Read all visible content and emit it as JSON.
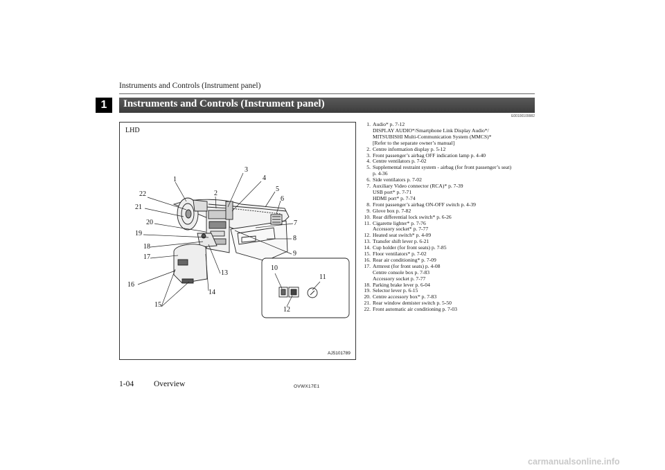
{
  "header": {
    "running_title": "Instruments and Controls (Instrument panel)",
    "chapter_number": "1",
    "section_title": "Instruments and Controls (Instrument panel)",
    "ref_code": "E00100109982"
  },
  "figure": {
    "drive_label": "LHD",
    "image_code": "AJ5101789",
    "callouts": [
      "1",
      "2",
      "3",
      "4",
      "5",
      "6",
      "7",
      "8",
      "9",
      "10",
      "11",
      "12",
      "13",
      "14",
      "15",
      "16",
      "17",
      "18",
      "19",
      "20",
      "21",
      "22"
    ]
  },
  "items": [
    {
      "num": "1.",
      "lines": [
        "Audio* p. 7-12",
        "DISPLAY AUDIO*/Smartphone Link Display Audio*/",
        "MITSUBISHI Multi-Communication System (MMCS)*",
        "[Refer to the separate owner’s manual]"
      ]
    },
    {
      "num": "2.",
      "lines": [
        "Centre information display p. 5-12"
      ]
    },
    {
      "num": "3.",
      "lines": [
        "Front passenger’s airbag OFF indication lamp p. 4-40"
      ]
    },
    {
      "num": "4.",
      "lines": [
        "Centre ventilators p. 7-02"
      ]
    },
    {
      "num": "5.",
      "lines": [
        "Supplemental restraint system - airbag (for front passenger’s seat)",
        "p. 4-36"
      ]
    },
    {
      "num": "6.",
      "lines": [
        "Side ventilators p. 7-02"
      ]
    },
    {
      "num": "7.",
      "lines": [
        "Auxiliary Video connector (RCA)* p. 7-39",
        "USB port* p. 7-71",
        "HDMI port* p. 7-74"
      ]
    },
    {
      "num": "8.",
      "lines": [
        "Front passenger’s airbag ON-OFF switch p. 4-39"
      ]
    },
    {
      "num": "9.",
      "lines": [
        "Glove box p. 7-82"
      ]
    },
    {
      "num": "10.",
      "lines": [
        "Rear differential lock switch* p. 6-26"
      ]
    },
    {
      "num": "11.",
      "lines": [
        "Cigarette lighter* p. 7-76",
        "Accessory socket* p. 7-77"
      ]
    },
    {
      "num": "12.",
      "lines": [
        "Heated seat switch* p. 4-09"
      ]
    },
    {
      "num": "13.",
      "lines": [
        "Transfer shift lever p. 6-21"
      ]
    },
    {
      "num": "14.",
      "lines": [
        "Cup holder (for front seats) p. 7-85"
      ]
    },
    {
      "num": "15.",
      "lines": [
        "Floor ventilators* p. 7-02"
      ]
    },
    {
      "num": "16.",
      "lines": [
        "Rear air conditioning* p. 7-09"
      ]
    },
    {
      "num": "17.",
      "lines": [
        "Armrest (for front seats) p. 4-08",
        "Centre console box p. 7-83",
        "Accessory socket p. 7-77"
      ]
    },
    {
      "num": "18.",
      "lines": [
        "Parking brake lever p. 6-04"
      ]
    },
    {
      "num": "19.",
      "lines": [
        "Selector lever p. 6-15"
      ]
    },
    {
      "num": "20.",
      "lines": [
        "Centre accessory box* p. 7-83"
      ]
    },
    {
      "num": "21.",
      "lines": [
        "Rear window demister switch p. 5-50"
      ]
    },
    {
      "num": "22.",
      "lines": [
        "Front automatic air conditioning p. 7-03"
      ]
    }
  ],
  "footer": {
    "page_number": "1-04",
    "section": "Overview",
    "doc_code": "OVWX17E1"
  },
  "watermark": "carmanualsonline.info"
}
